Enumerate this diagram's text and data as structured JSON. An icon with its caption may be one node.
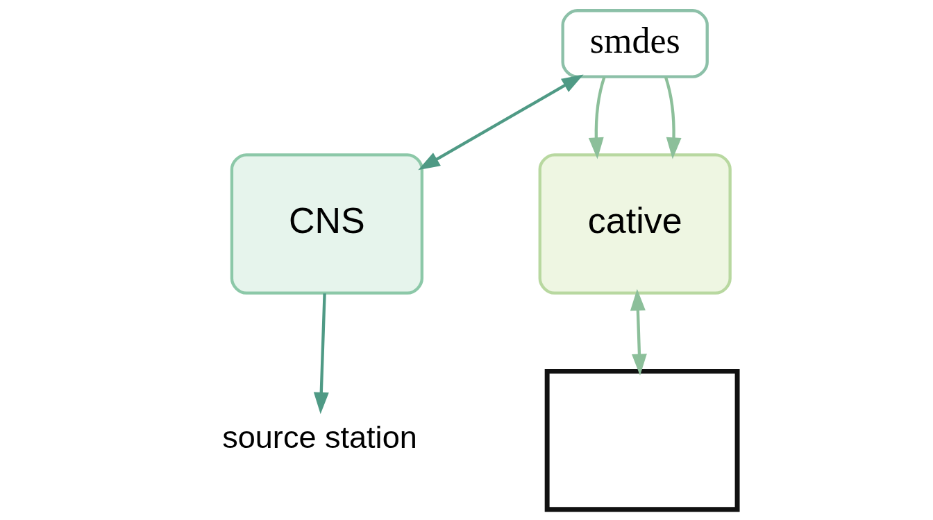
{
  "diagram": {
    "nodes": [
      {
        "text": [
          "smdes"
        ]
      },
      {
        "text": [
          "CNS"
        ]
      },
      {
        "text": [
          "cative"
        ]
      },
      {
        "text": [
          "source station"
        ]
      },
      {
        "text": [],
        "shape": "box"
      }
    ],
    "edges": [
      {
        "from": 0,
        "to": 1,
        "arrow": "both",
        "color": "#4f9a85"
      },
      {
        "from": 0,
        "to": 2,
        "arrow": "to"
      },
      {
        "from": 0,
        "to": 2,
        "arrow": "to"
      },
      {
        "from": 1,
        "to": 3,
        "arrow": "to",
        "color": "#4f9a85"
      },
      {
        "from": 2,
        "to": 4,
        "arrow": "both"
      }
    ]
  }
}
